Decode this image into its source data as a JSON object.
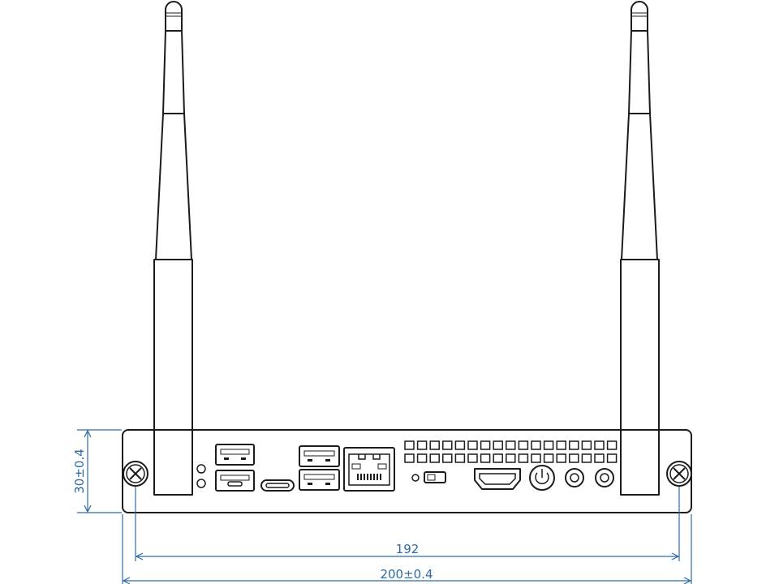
{
  "dimensions": {
    "height_label": "30±0.4",
    "inner_width_label": "192",
    "outer_width_label": "200±0.4"
  },
  "colors": {
    "outline": "#1c1c1c",
    "dimension": "#2f6aa3",
    "background": "#ffffff"
  },
  "components": {
    "antennas": [
      "antenna-left",
      "antenna-right"
    ],
    "ports": [
      "usb-a-top",
      "usb-a-bottom",
      "usb-c",
      "usb-a-pair-top",
      "usb-a-pair-bottom",
      "rj45-ethernet",
      "led-indicator",
      "dc-switch",
      "hdmi",
      "power-button",
      "audio-jack-1",
      "audio-jack-2"
    ],
    "mount_screws": [
      "screw-left",
      "screw-right"
    ]
  }
}
